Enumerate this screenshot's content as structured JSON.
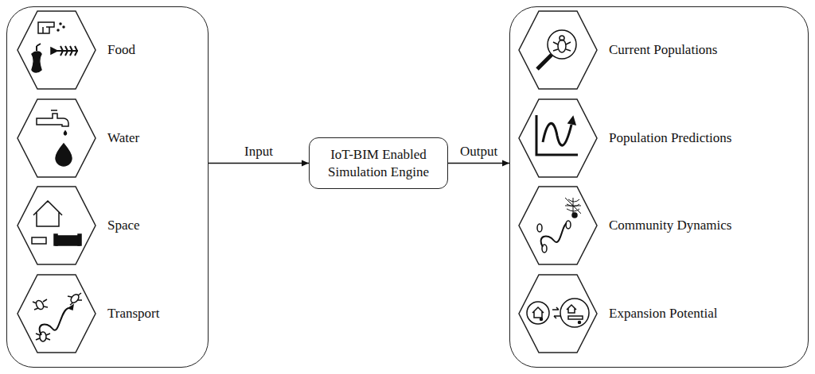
{
  "diagram": {
    "nodes": [
      {
        "text": []
      },
      {
        "text": [
          "Food"
        ],
        "in": 0
      },
      {
        "text": [
          "Water"
        ],
        "in": 0
      },
      {
        "text": [
          "Space"
        ],
        "in": 0
      },
      {
        "text": [
          "Transport"
        ],
        "in": 0
      },
      {
        "text": [
          "IoT-BIM Enabled Simulation Engine"
        ]
      },
      {
        "text": []
      },
      {
        "text": [
          "Current Populations"
        ],
        "in": 6
      },
      {
        "text": [
          "Population Predictions"
        ],
        "in": 6
      },
      {
        "text": [
          "Community Dynamics"
        ],
        "in": 6
      },
      {
        "text": [
          "Expansion Potential"
        ],
        "in": 6
      }
    ],
    "edges": [
      {
        "from": 0,
        "to": 5,
        "label": "Input",
        "arrow": "to"
      },
      {
        "from": 5,
        "to": 6,
        "label": "Output",
        "arrow": "to"
      }
    ]
  }
}
